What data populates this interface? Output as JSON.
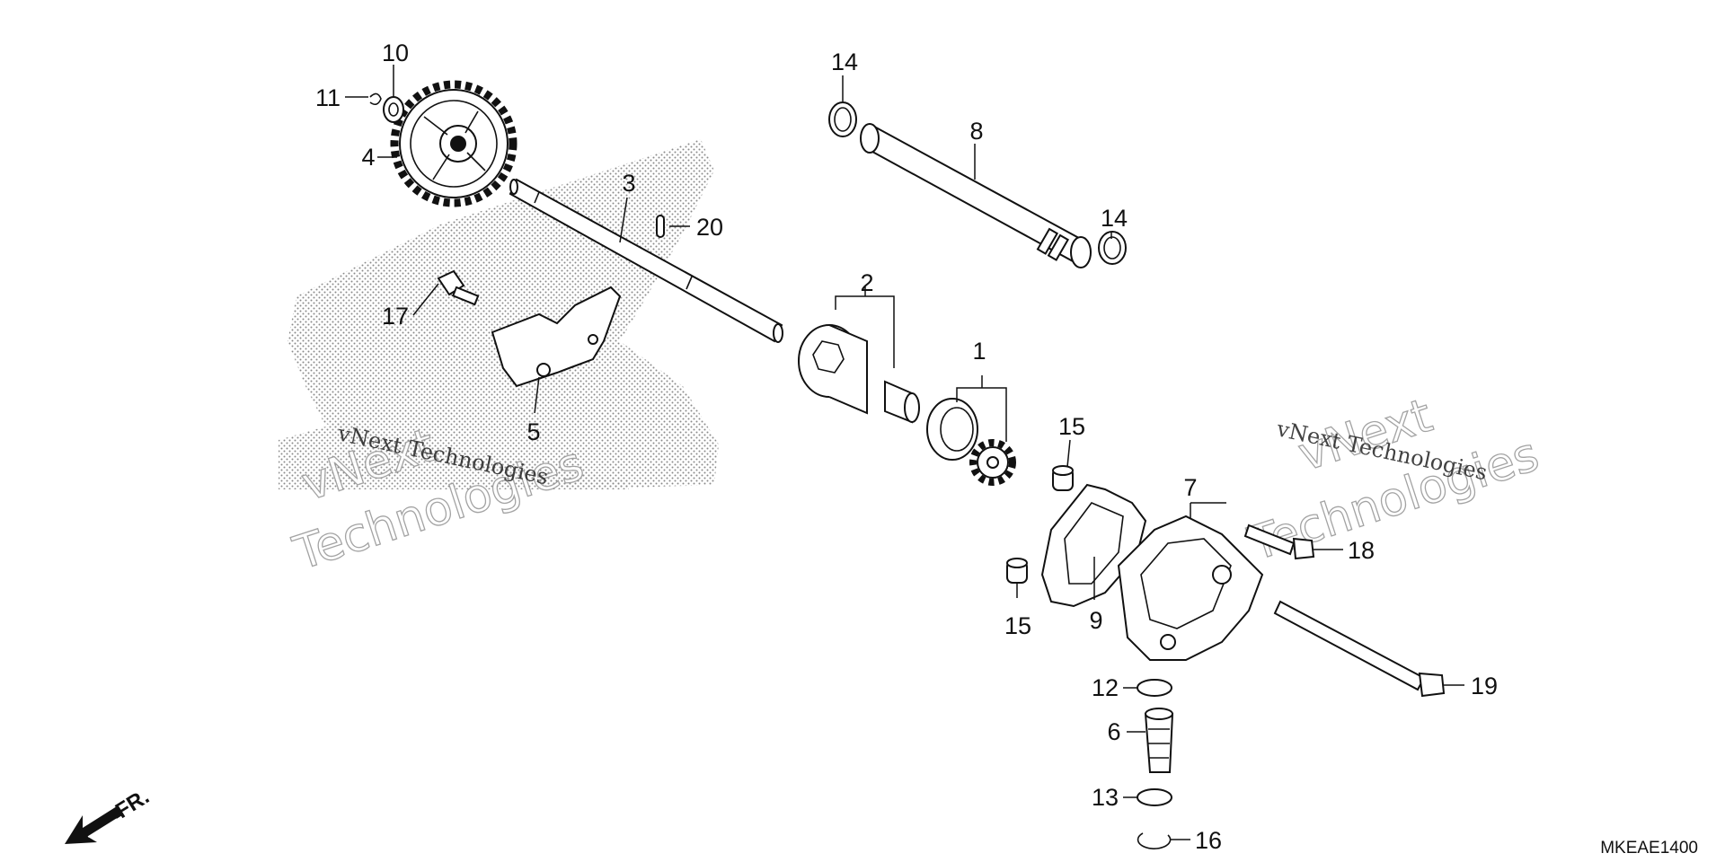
{
  "callouts": [
    {
      "id": "1",
      "label": "1"
    },
    {
      "id": "2",
      "label": "2"
    },
    {
      "id": "3",
      "label": "3"
    },
    {
      "id": "4",
      "label": "4"
    },
    {
      "id": "5",
      "label": "5"
    },
    {
      "id": "6",
      "label": "6"
    },
    {
      "id": "7",
      "label": "7"
    },
    {
      "id": "8",
      "label": "8"
    },
    {
      "id": "9",
      "label": "9"
    },
    {
      "id": "10",
      "label": "10"
    },
    {
      "id": "11",
      "label": "11"
    },
    {
      "id": "12",
      "label": "12"
    },
    {
      "id": "13",
      "label": "13"
    },
    {
      "id": "14a",
      "label": "14"
    },
    {
      "id": "14b",
      "label": "14"
    },
    {
      "id": "15a",
      "label": "15"
    },
    {
      "id": "15b",
      "label": "15"
    },
    {
      "id": "16",
      "label": "16"
    },
    {
      "id": "17",
      "label": "17"
    },
    {
      "id": "18",
      "label": "18"
    },
    {
      "id": "19",
      "label": "19"
    },
    {
      "id": "20",
      "label": "20"
    }
  ],
  "watermarks": [
    {
      "line1": "vNext",
      "line2": "Technologies",
      "small": "vNext Technologies"
    },
    {
      "line1": "vNext",
      "line2": "Technologies",
      "small": "vNext Technologies"
    }
  ],
  "front_indicator": "FR.",
  "diagram_code": "MKEAE1400",
  "colors": {
    "line": "#111111",
    "background": "#ffffff",
    "watermark_outline": "#9a9a9a"
  }
}
